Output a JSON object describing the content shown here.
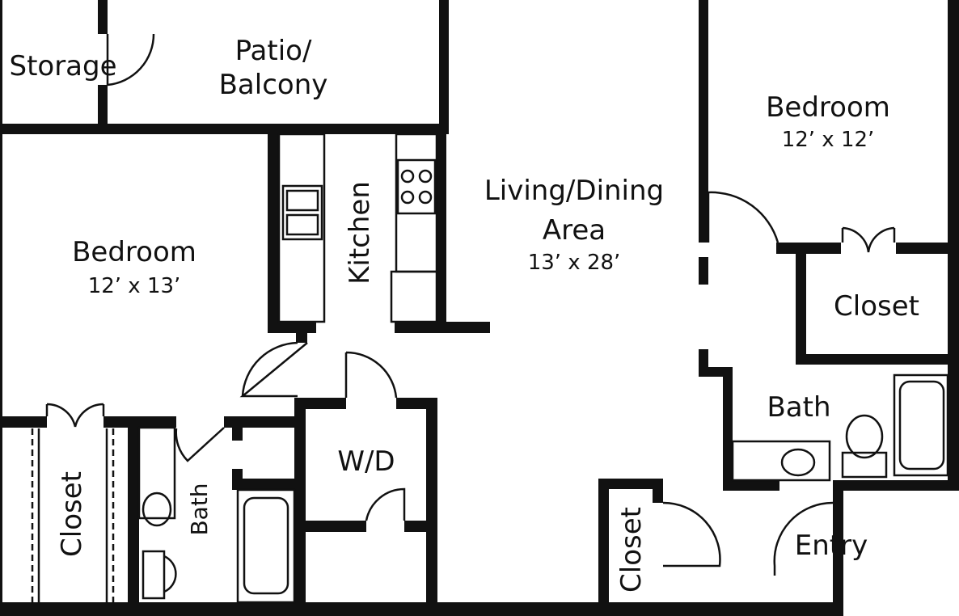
{
  "rooms": {
    "storage": {
      "label": "Storage"
    },
    "patio": {
      "label_line1": "Patio/",
      "label_line2": "Balcony"
    },
    "bedroom_left": {
      "label": "Bedroom",
      "dimensions": "12’ x 13’"
    },
    "kitchen": {
      "label": "Kitchen"
    },
    "living": {
      "label_line1": "Living/Dining",
      "label_line2": "Area",
      "dimensions": "13’ x 28’"
    },
    "bedroom_right": {
      "label": "Bedroom",
      "dimensions": "12’ x 12’"
    },
    "closet_right": {
      "label": "Closet"
    },
    "bath_right": {
      "label": "Bath"
    },
    "closet_left": {
      "label": "Closet"
    },
    "bath_left": {
      "label": "Bath"
    },
    "wd": {
      "label": "W/D"
    },
    "closet_center": {
      "label": "Closet"
    },
    "entry": {
      "label": "Entry"
    }
  },
  "colors": {
    "wall": "#111111",
    "background": "#ffffff"
  }
}
